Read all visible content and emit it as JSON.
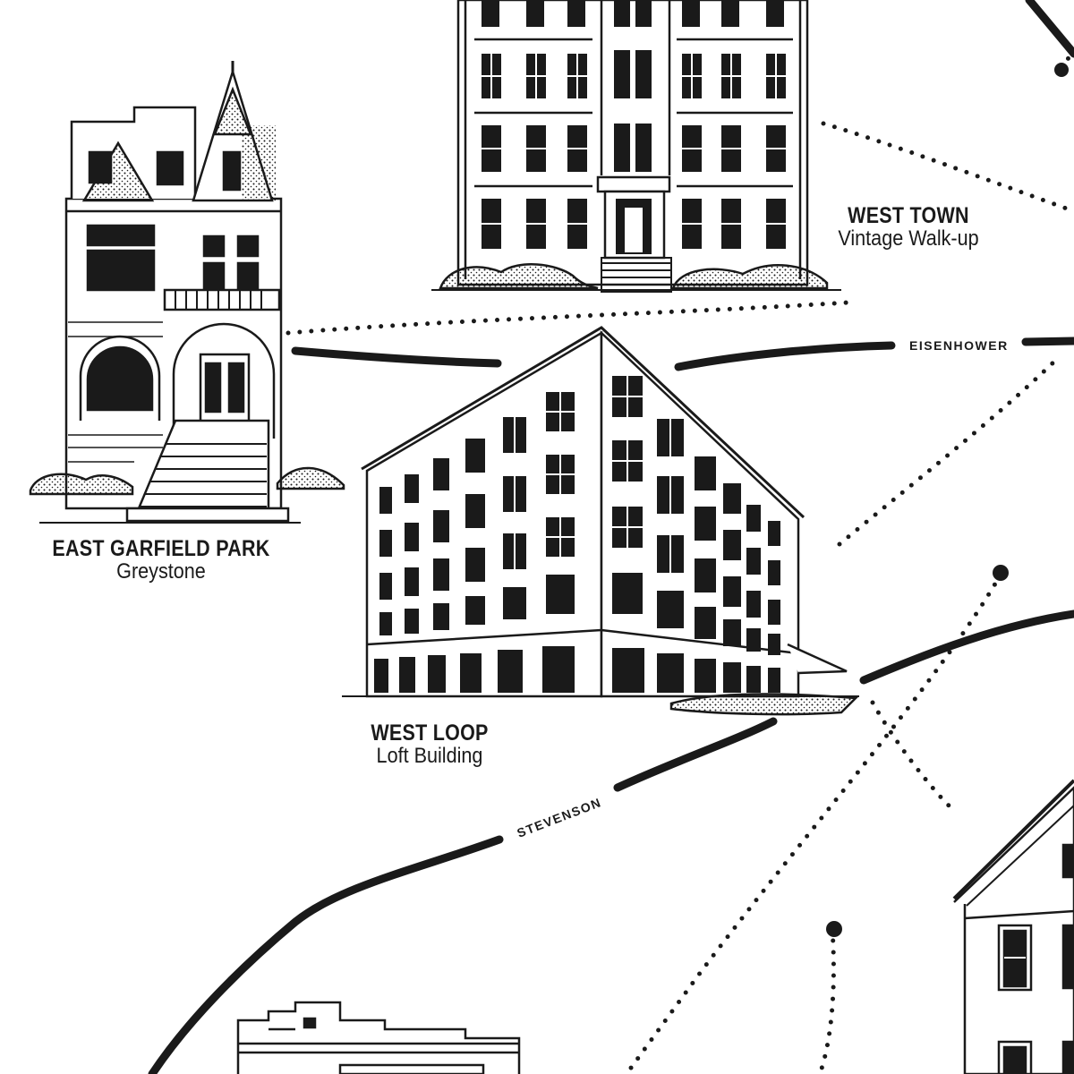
{
  "colors": {
    "ink": "#1a1a1a",
    "paper": "#ffffff"
  },
  "neighborhoods": [
    {
      "name": "WEST TOWN",
      "building_type": "Vintage Walk-up"
    },
    {
      "name": "EAST GARFIELD PARK",
      "building_type": "Greystone"
    },
    {
      "name": "WEST LOOP",
      "building_type": "Loft Building"
    }
  ],
  "roads": {
    "eisenhower": "EISENHOWER",
    "stevenson": "STEVENSON"
  },
  "icons": [
    "walkup-building-icon",
    "greystone-building-icon",
    "loft-building-icon",
    "cottage-building-icon",
    "storefront-building-icon",
    "location-dot-icon"
  ]
}
